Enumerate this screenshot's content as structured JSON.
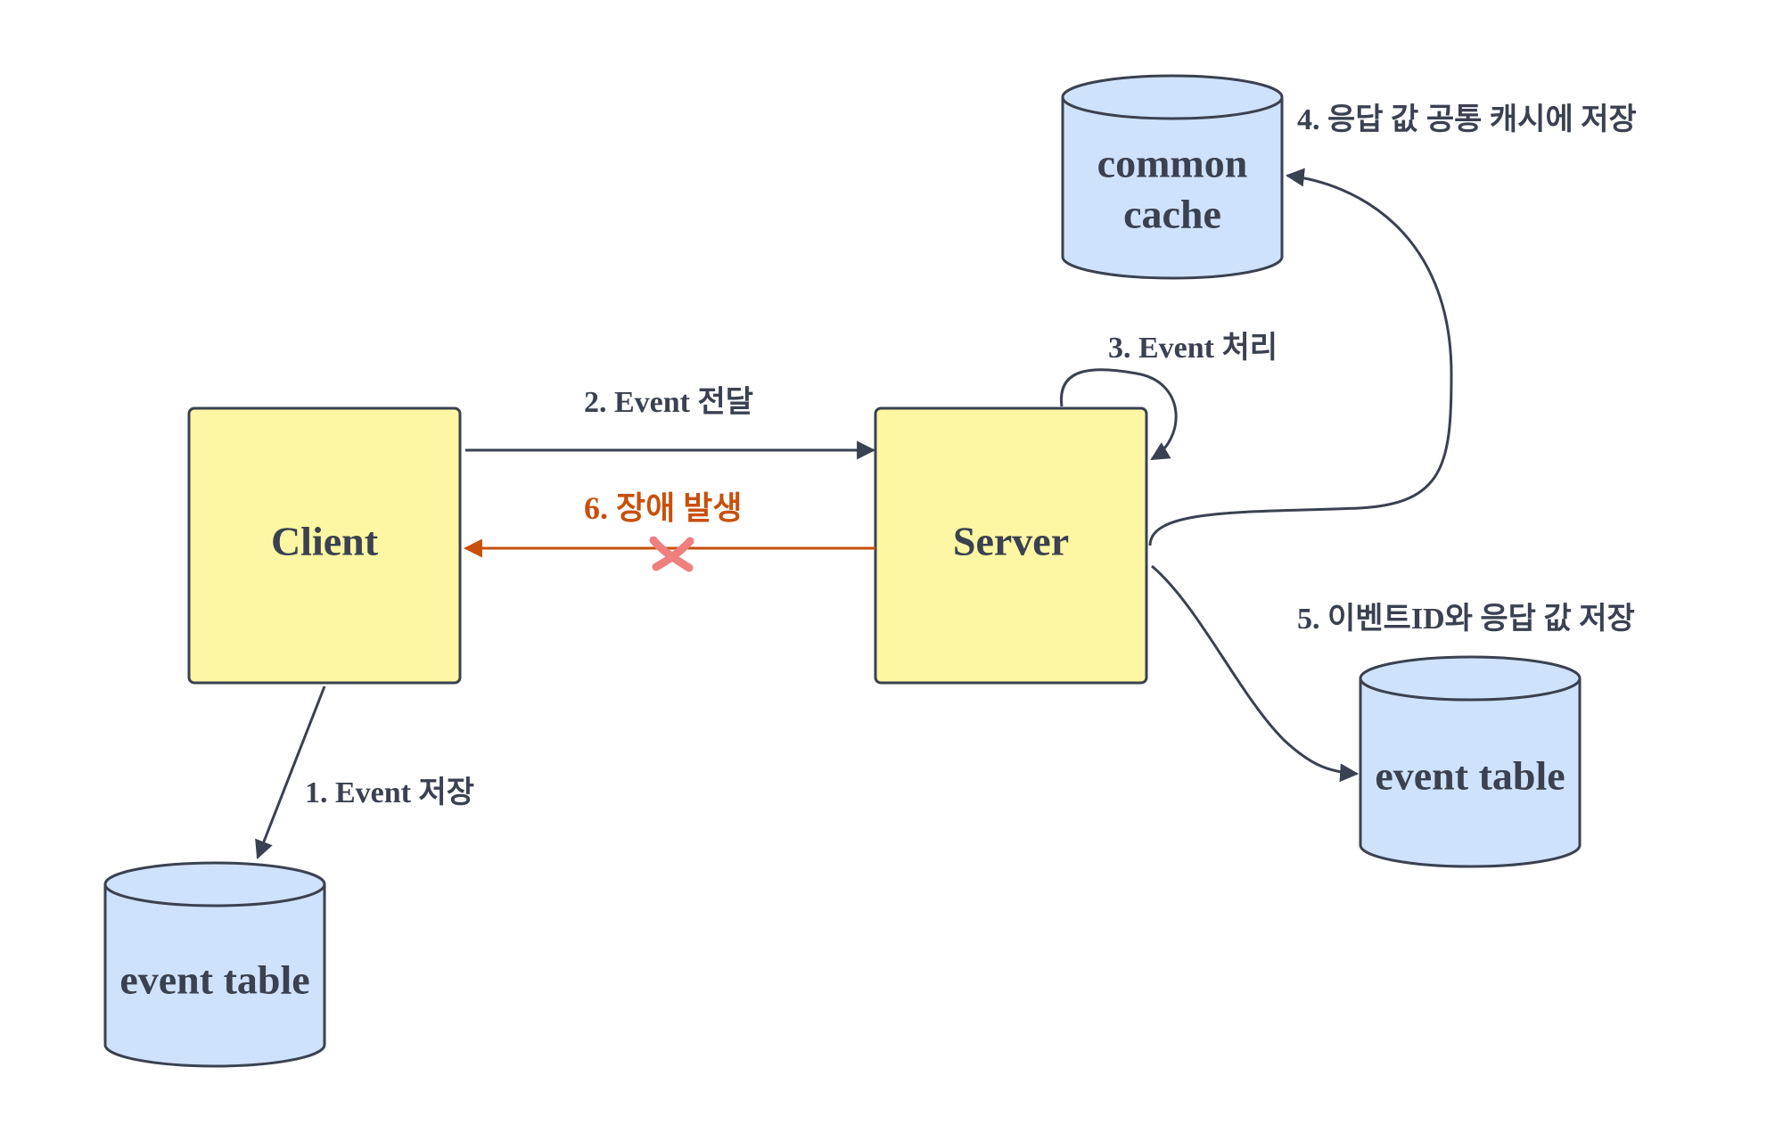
{
  "nodes": {
    "client": {
      "label": "Client"
    },
    "server": {
      "label": "Server"
    }
  },
  "databases": {
    "client_event_table": {
      "label": "event table"
    },
    "common_cache": {
      "line1": "common",
      "line2": "cache"
    },
    "server_event_table": {
      "label": "event table"
    }
  },
  "edges": {
    "step1": {
      "label": "1. Event 저장"
    },
    "step2": {
      "label": "2. Event 전달"
    },
    "step3": {
      "label": "3. Event 처리"
    },
    "step4": {
      "label": "4. 응답 값 공통 캐시에 저장"
    },
    "step5": {
      "label": "5. 이벤트ID와 응답 값 저장"
    },
    "step6": {
      "label": "6. 장애 발생"
    }
  },
  "colors": {
    "box_fill": "#fdf6a3",
    "db_fill": "#cfe2fc",
    "stroke": "#3a4150",
    "failure": "#c8500a",
    "failure_mark": "#f08080"
  },
  "icons": {
    "failure_mark": "x-mark-icon"
  }
}
